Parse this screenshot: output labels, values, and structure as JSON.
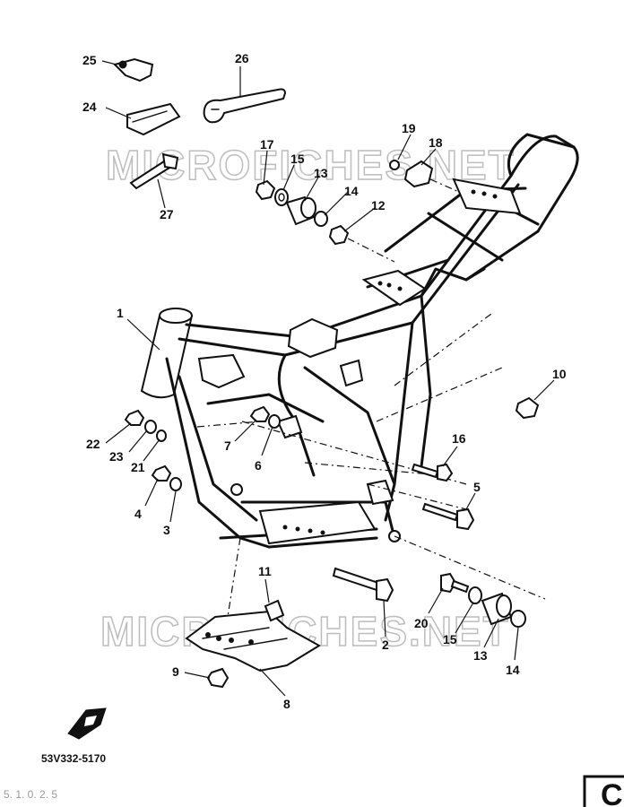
{
  "watermark": {
    "top": "MICROFICHES.NET",
    "bottom": "MICROFICHES.NET"
  },
  "labels": [
    {
      "id": "25",
      "text": "25"
    },
    {
      "id": "26",
      "text": "26"
    },
    {
      "id": "24",
      "text": "24"
    },
    {
      "id": "27",
      "text": "27"
    },
    {
      "id": "17",
      "text": "17"
    },
    {
      "id": "15a",
      "text": "15"
    },
    {
      "id": "13a",
      "text": "13"
    },
    {
      "id": "14a",
      "text": "14"
    },
    {
      "id": "12",
      "text": "12"
    },
    {
      "id": "19",
      "text": "19"
    },
    {
      "id": "18",
      "text": "18"
    },
    {
      "id": "1",
      "text": "1"
    },
    {
      "id": "10",
      "text": "10"
    },
    {
      "id": "22",
      "text": "22"
    },
    {
      "id": "23",
      "text": "23"
    },
    {
      "id": "21",
      "text": "21"
    },
    {
      "id": "7",
      "text": "7"
    },
    {
      "id": "6",
      "text": "6"
    },
    {
      "id": "16",
      "text": "16"
    },
    {
      "id": "4",
      "text": "4"
    },
    {
      "id": "3",
      "text": "3"
    },
    {
      "id": "5",
      "text": "5"
    },
    {
      "id": "11",
      "text": "11"
    },
    {
      "id": "20",
      "text": "20"
    },
    {
      "id": "15b",
      "text": "15"
    },
    {
      "id": "13b",
      "text": "13"
    },
    {
      "id": "14b",
      "text": "14"
    },
    {
      "id": "2",
      "text": "2"
    },
    {
      "id": "9",
      "text": "9"
    },
    {
      "id": "8",
      "text": "8"
    }
  ],
  "diagram_code": "53V332-5170",
  "corner_letter": "C",
  "bottom_left_note": "5. 1. 0. 2. 5"
}
